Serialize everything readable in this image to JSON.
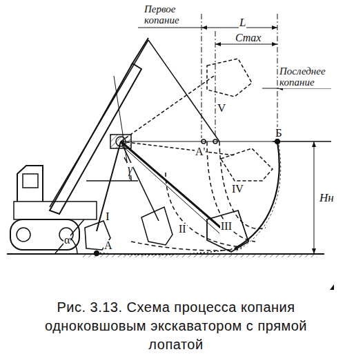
{
  "diagram": {
    "caption": "Рис. 3.13. Схема процесса копания одноковшовым экскаватором с прямой лопатой",
    "labels": [
      "Первое копание",
      "L",
      "Cmax",
      "Последнее копание",
      "V",
      "A'",
      "Б",
      "IV",
      "Hн",
      "γ",
      "III",
      "II",
      "I",
      "α",
      "A"
    ]
  }
}
